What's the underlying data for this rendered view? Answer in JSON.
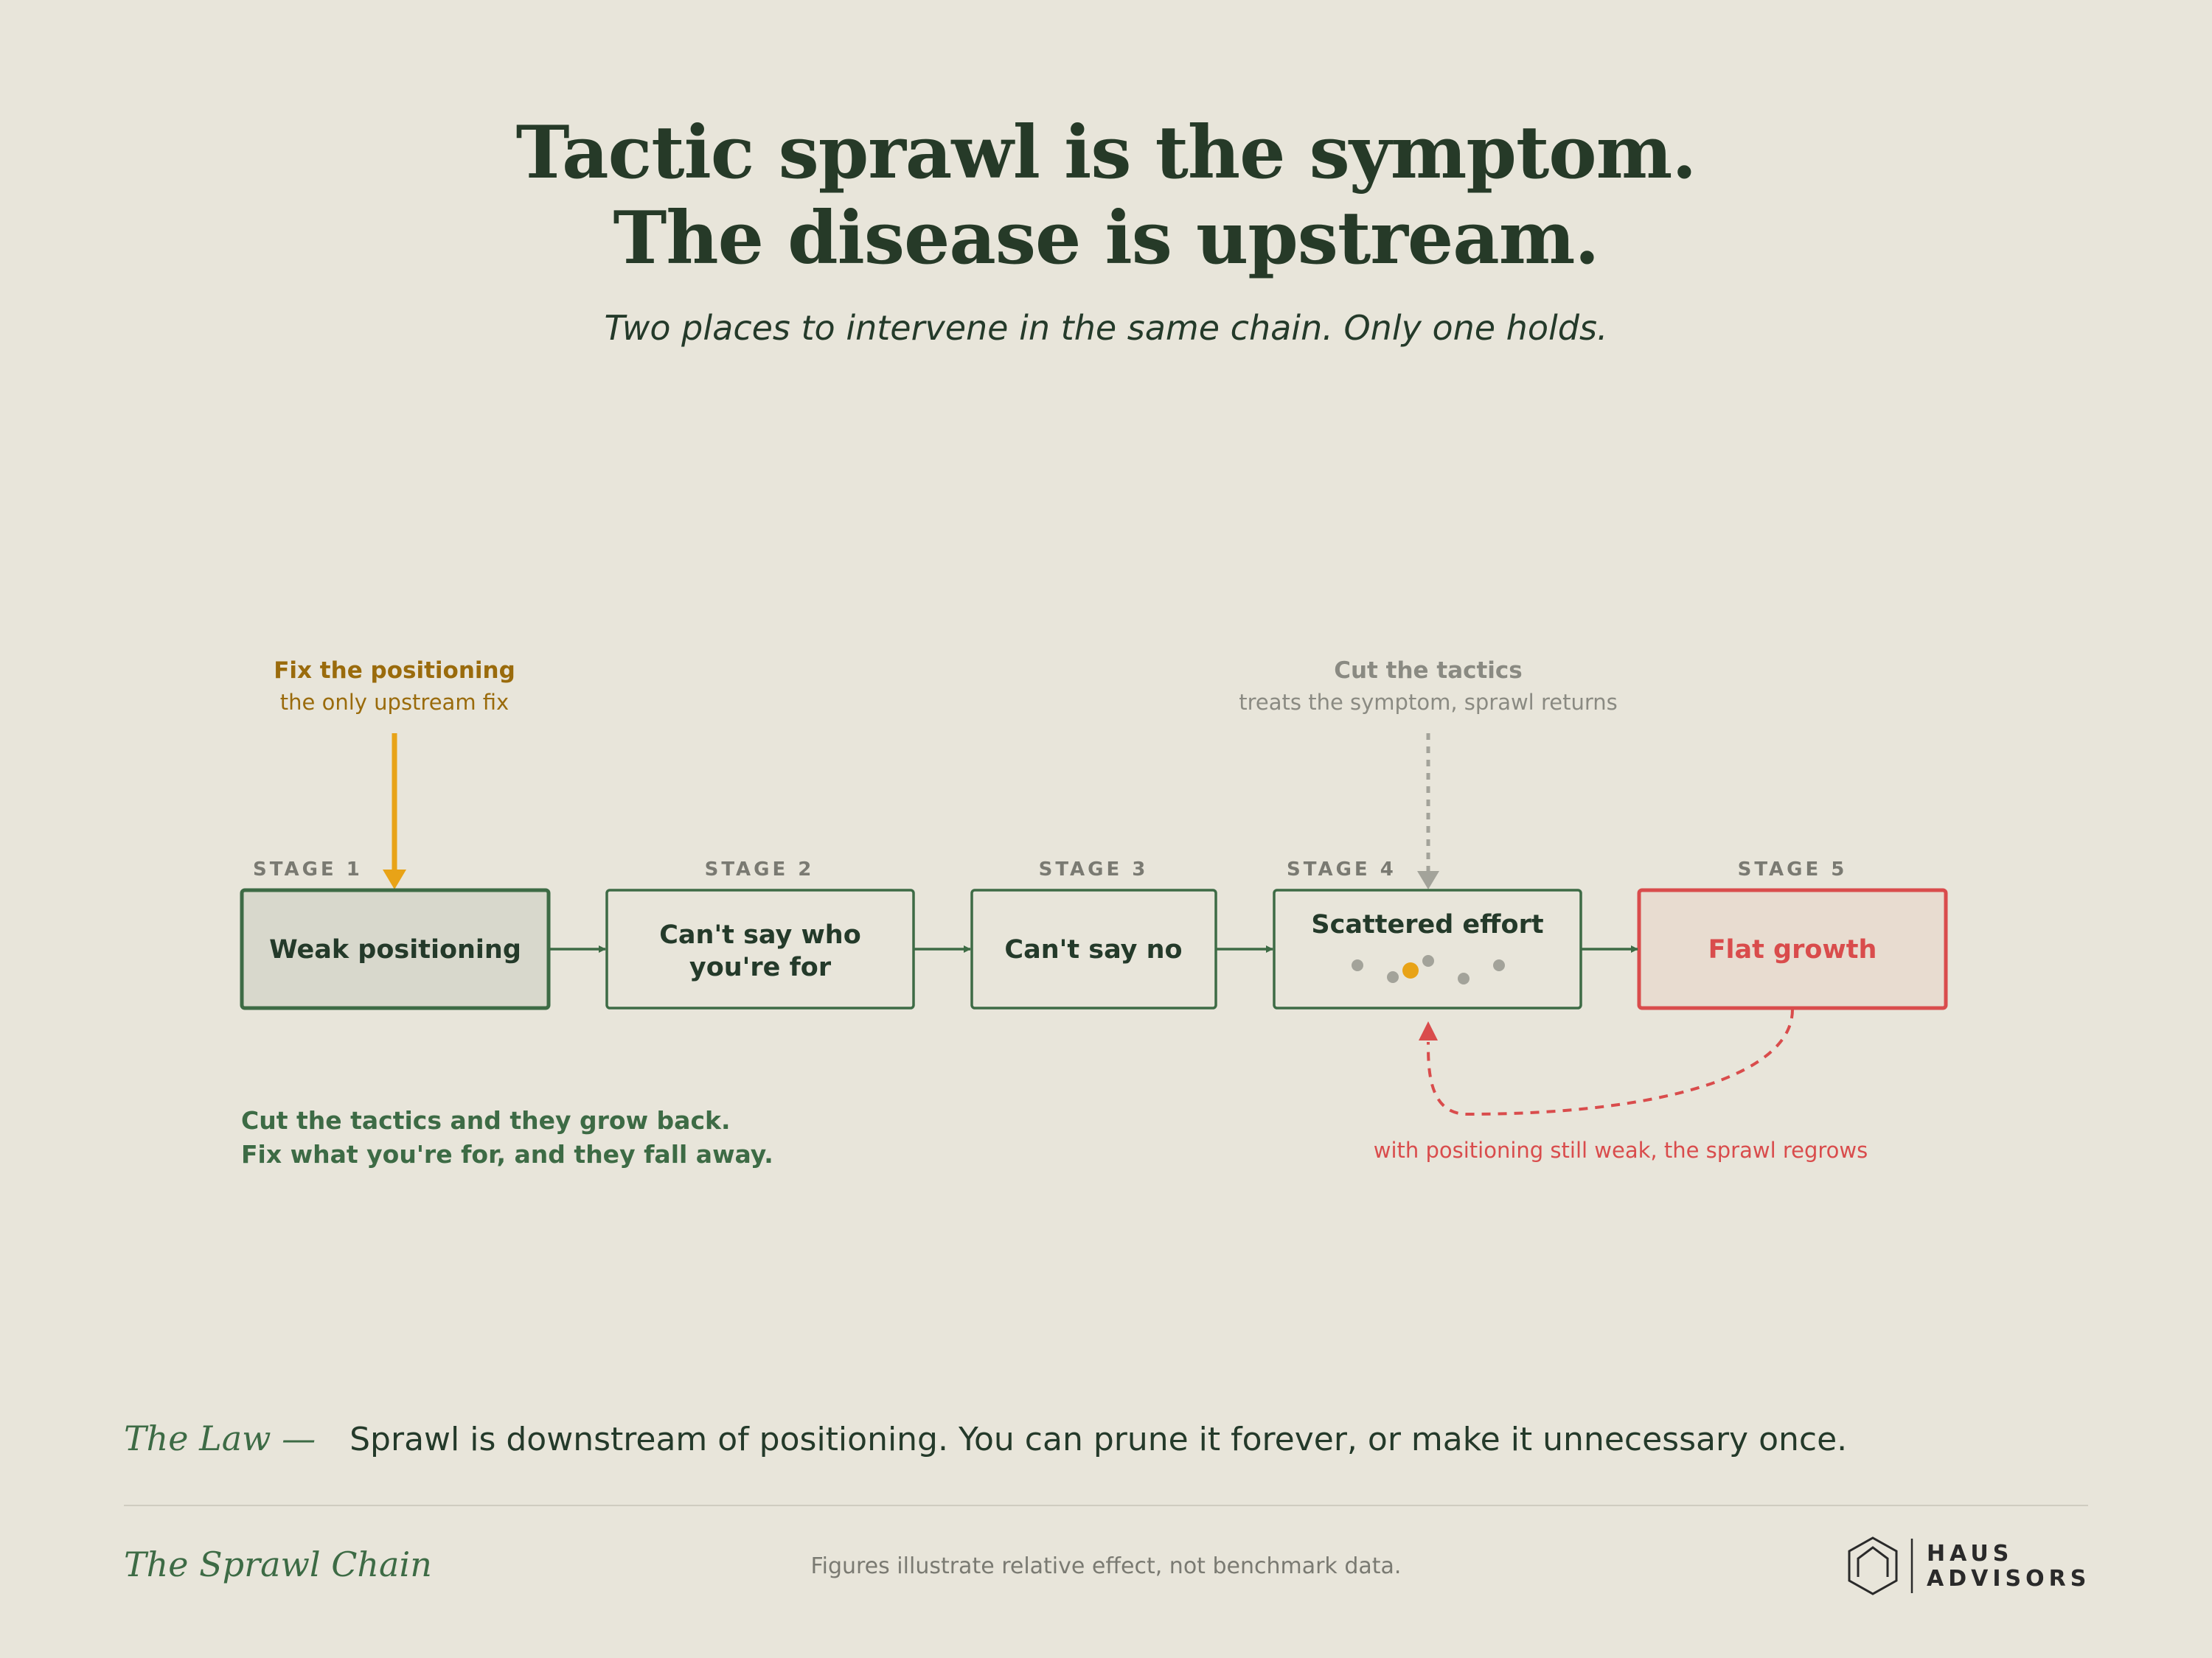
{
  "header": {
    "title_line1": "Tactic sprawl is the symptom.",
    "title_line2": "The disease is upstream.",
    "subtitle": "Two places to intervene in the same chain. Only one holds."
  },
  "diagram": {
    "stages": [
      {
        "stage_label": "STAGE 1",
        "lines": [
          "Weak positioning"
        ],
        "style": "root"
      },
      {
        "stage_label": "STAGE 2",
        "lines": [
          "Can't say who",
          "you're for"
        ],
        "style": "normal"
      },
      {
        "stage_label": "STAGE 3",
        "lines": [
          "Can't say no"
        ],
        "style": "normal"
      },
      {
        "stage_label": "STAGE 4",
        "lines": [
          "Scattered effort"
        ],
        "style": "normal"
      },
      {
        "stage_label": "STAGE 5",
        "lines": [
          "Flat growth"
        ],
        "style": "outcome"
      }
    ],
    "fix_callout": {
      "title": "Fix the positioning",
      "subtitle": "the only upstream fix"
    },
    "cut_callout": {
      "title": "Cut the tactics",
      "subtitle": "treats the symptom, sprawl returns"
    },
    "feedback_label": "with positioning still weak, the sprawl regrows",
    "note_line1": "Cut the tactics and they grow back.",
    "note_line2": "Fix what you're for, and they fall away."
  },
  "law": {
    "lead": "The Law —",
    "text": "Sprawl is downstream of positioning. You can prune it forever, or make it unnecessary once."
  },
  "footer": {
    "title": "The Sprawl Chain",
    "note": "Figures illustrate relative effect, not benchmark data.",
    "brand_line1": "HAUS",
    "brand_line2": "ADVISORS"
  },
  "colors": {
    "background": "#e8e5da",
    "dark_green": "#243a2a",
    "green": "#3d6b45",
    "amber": "#e8a317",
    "amber_text": "#9a6b0c",
    "gray": "#8a8a82",
    "red": "#d94c4c",
    "root_fill": "#d8d8cc",
    "outcome_fill": "#e8dcd0"
  }
}
